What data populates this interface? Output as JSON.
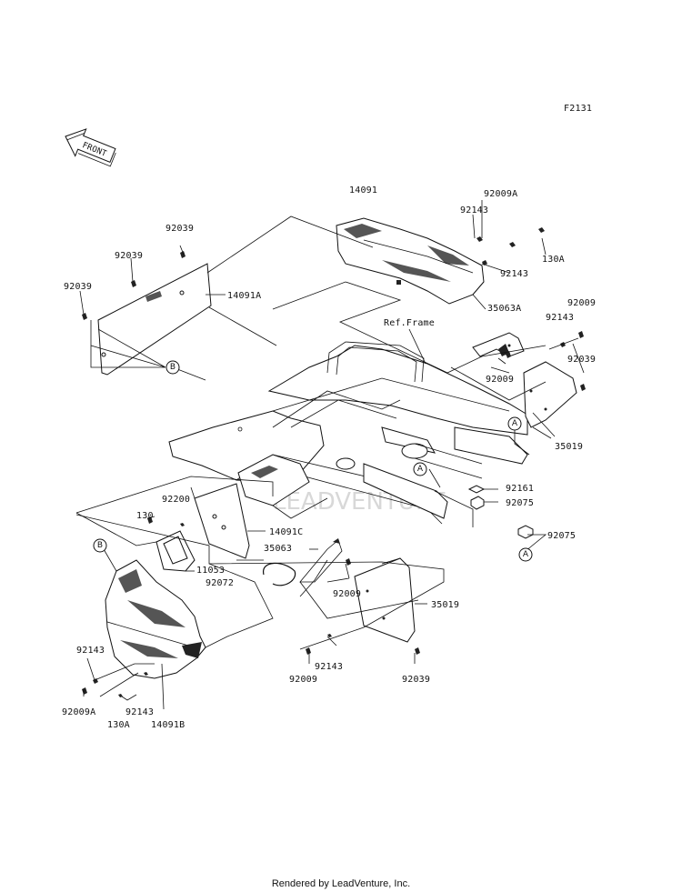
{
  "figure_id": "F2131",
  "front_arrow_label": "FRONT",
  "watermark": "LEADVENTURE",
  "ref_frame_label": "Ref.Frame",
  "callouts": {
    "A": "A",
    "B": "B"
  },
  "part_labels": {
    "p14091": "14091",
    "p92009A_top": "92009A",
    "p92143_top1": "92143",
    "p130A_top": "130A",
    "p92143_top2": "92143",
    "p35063A": "35063A",
    "p92009_r1": "92009",
    "p92143_r": "92143",
    "p92039_r": "92039",
    "p92009_r2": "92009",
    "p35019_r": "35019",
    "p92039_l1": "92039",
    "p92039_l2": "92039",
    "p92039_l3": "92039",
    "p14091A": "14091A",
    "p92161": "92161",
    "p92075_1": "92075",
    "p92075_2": "92075",
    "p92200": "92200",
    "p130_mid": "130",
    "p14091C": "14091C",
    "p35063": "35063",
    "p11053": "11053",
    "p92072": "92072",
    "p92009_mid": "92009",
    "p35019_mid": "35019",
    "p92143_bl1": "92143",
    "p92009A_bl": "92009A",
    "p92143_bl2": "92143",
    "p130A_bl": "130A",
    "p14091B": "14091B",
    "p92009_bm": "92009",
    "p92143_bm": "92143",
    "p92039_bm": "92039"
  },
  "footer": "Rendered by LeadVenture, Inc."
}
